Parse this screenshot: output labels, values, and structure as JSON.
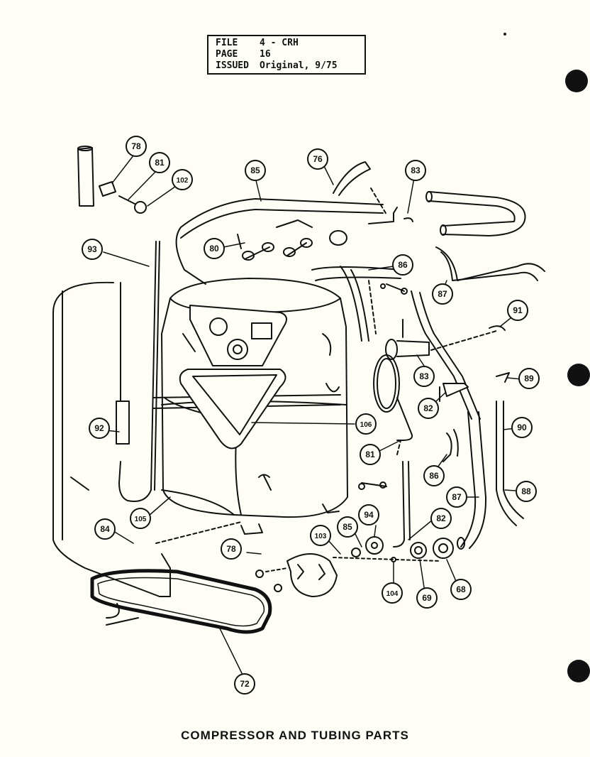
{
  "header": {
    "file_label": "FILE",
    "file_value": "4 - CRH",
    "page_label": "PAGE",
    "page_value": "16",
    "issued_label": "ISSUED",
    "issued_value": "Original, 9/75"
  },
  "title": "COMPRESSOR AND TUBING PARTS",
  "callouts": [
    {
      "id": "c78a",
      "label": "78"
    },
    {
      "id": "c81a",
      "label": "81"
    },
    {
      "id": "c102",
      "label": "102"
    },
    {
      "id": "c85a",
      "label": "85"
    },
    {
      "id": "c76",
      "label": "76"
    },
    {
      "id": "c83a",
      "label": "83"
    },
    {
      "id": "c93",
      "label": "93"
    },
    {
      "id": "c80",
      "label": "80"
    },
    {
      "id": "c86a",
      "label": "86"
    },
    {
      "id": "c87a",
      "label": "87"
    },
    {
      "id": "c91",
      "label": "91"
    },
    {
      "id": "c83b",
      "label": "83"
    },
    {
      "id": "c89",
      "label": "89"
    },
    {
      "id": "c82a",
      "label": "82"
    },
    {
      "id": "c92",
      "label": "92"
    },
    {
      "id": "c106",
      "label": "106"
    },
    {
      "id": "c90",
      "label": "90"
    },
    {
      "id": "c81b",
      "label": "81"
    },
    {
      "id": "c86b",
      "label": "86"
    },
    {
      "id": "c88",
      "label": "88"
    },
    {
      "id": "c87b",
      "label": "87"
    },
    {
      "id": "c105",
      "label": "105"
    },
    {
      "id": "c84",
      "label": "84"
    },
    {
      "id": "c103",
      "label": "103"
    },
    {
      "id": "c85b",
      "label": "85"
    },
    {
      "id": "c94",
      "label": "94"
    },
    {
      "id": "c82b",
      "label": "82"
    },
    {
      "id": "c78b",
      "label": "78"
    },
    {
      "id": "c104",
      "label": "104"
    },
    {
      "id": "c69",
      "label": "69"
    },
    {
      "id": "c68",
      "label": "68"
    },
    {
      "id": "c72",
      "label": "72"
    }
  ]
}
